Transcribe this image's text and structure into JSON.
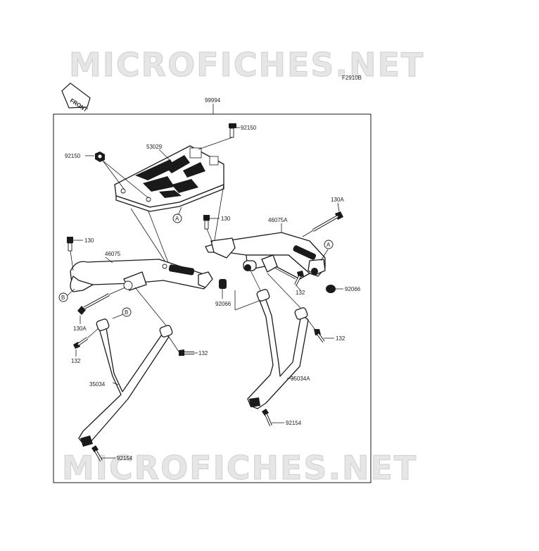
{
  "watermark": "MICROFICHES.NET",
  "figure_code": "F2910B",
  "front_label": "FRONT",
  "assembly_number": "99994",
  "callouts": {
    "p92150_top": "92150",
    "p92150_left": "92150",
    "p53029": "53029",
    "p130_left": "130",
    "p130_center": "130",
    "p130A_right": "130A",
    "p130A_left": "130A",
    "p46075": "46075",
    "p46075A": "46075A",
    "p92066_center": "92066",
    "p92066_right": "92066",
    "p132_left": "132",
    "p132_lower": "132",
    "p132_center": "132",
    "p132_right": "132",
    "p35034": "35034",
    "p35034A": "35034A",
    "p92154_left": "92154",
    "p92154_right": "92154"
  },
  "ref_markers": {
    "a_top": "A",
    "a_right": "A",
    "b_left": "B",
    "b_center": "B"
  }
}
